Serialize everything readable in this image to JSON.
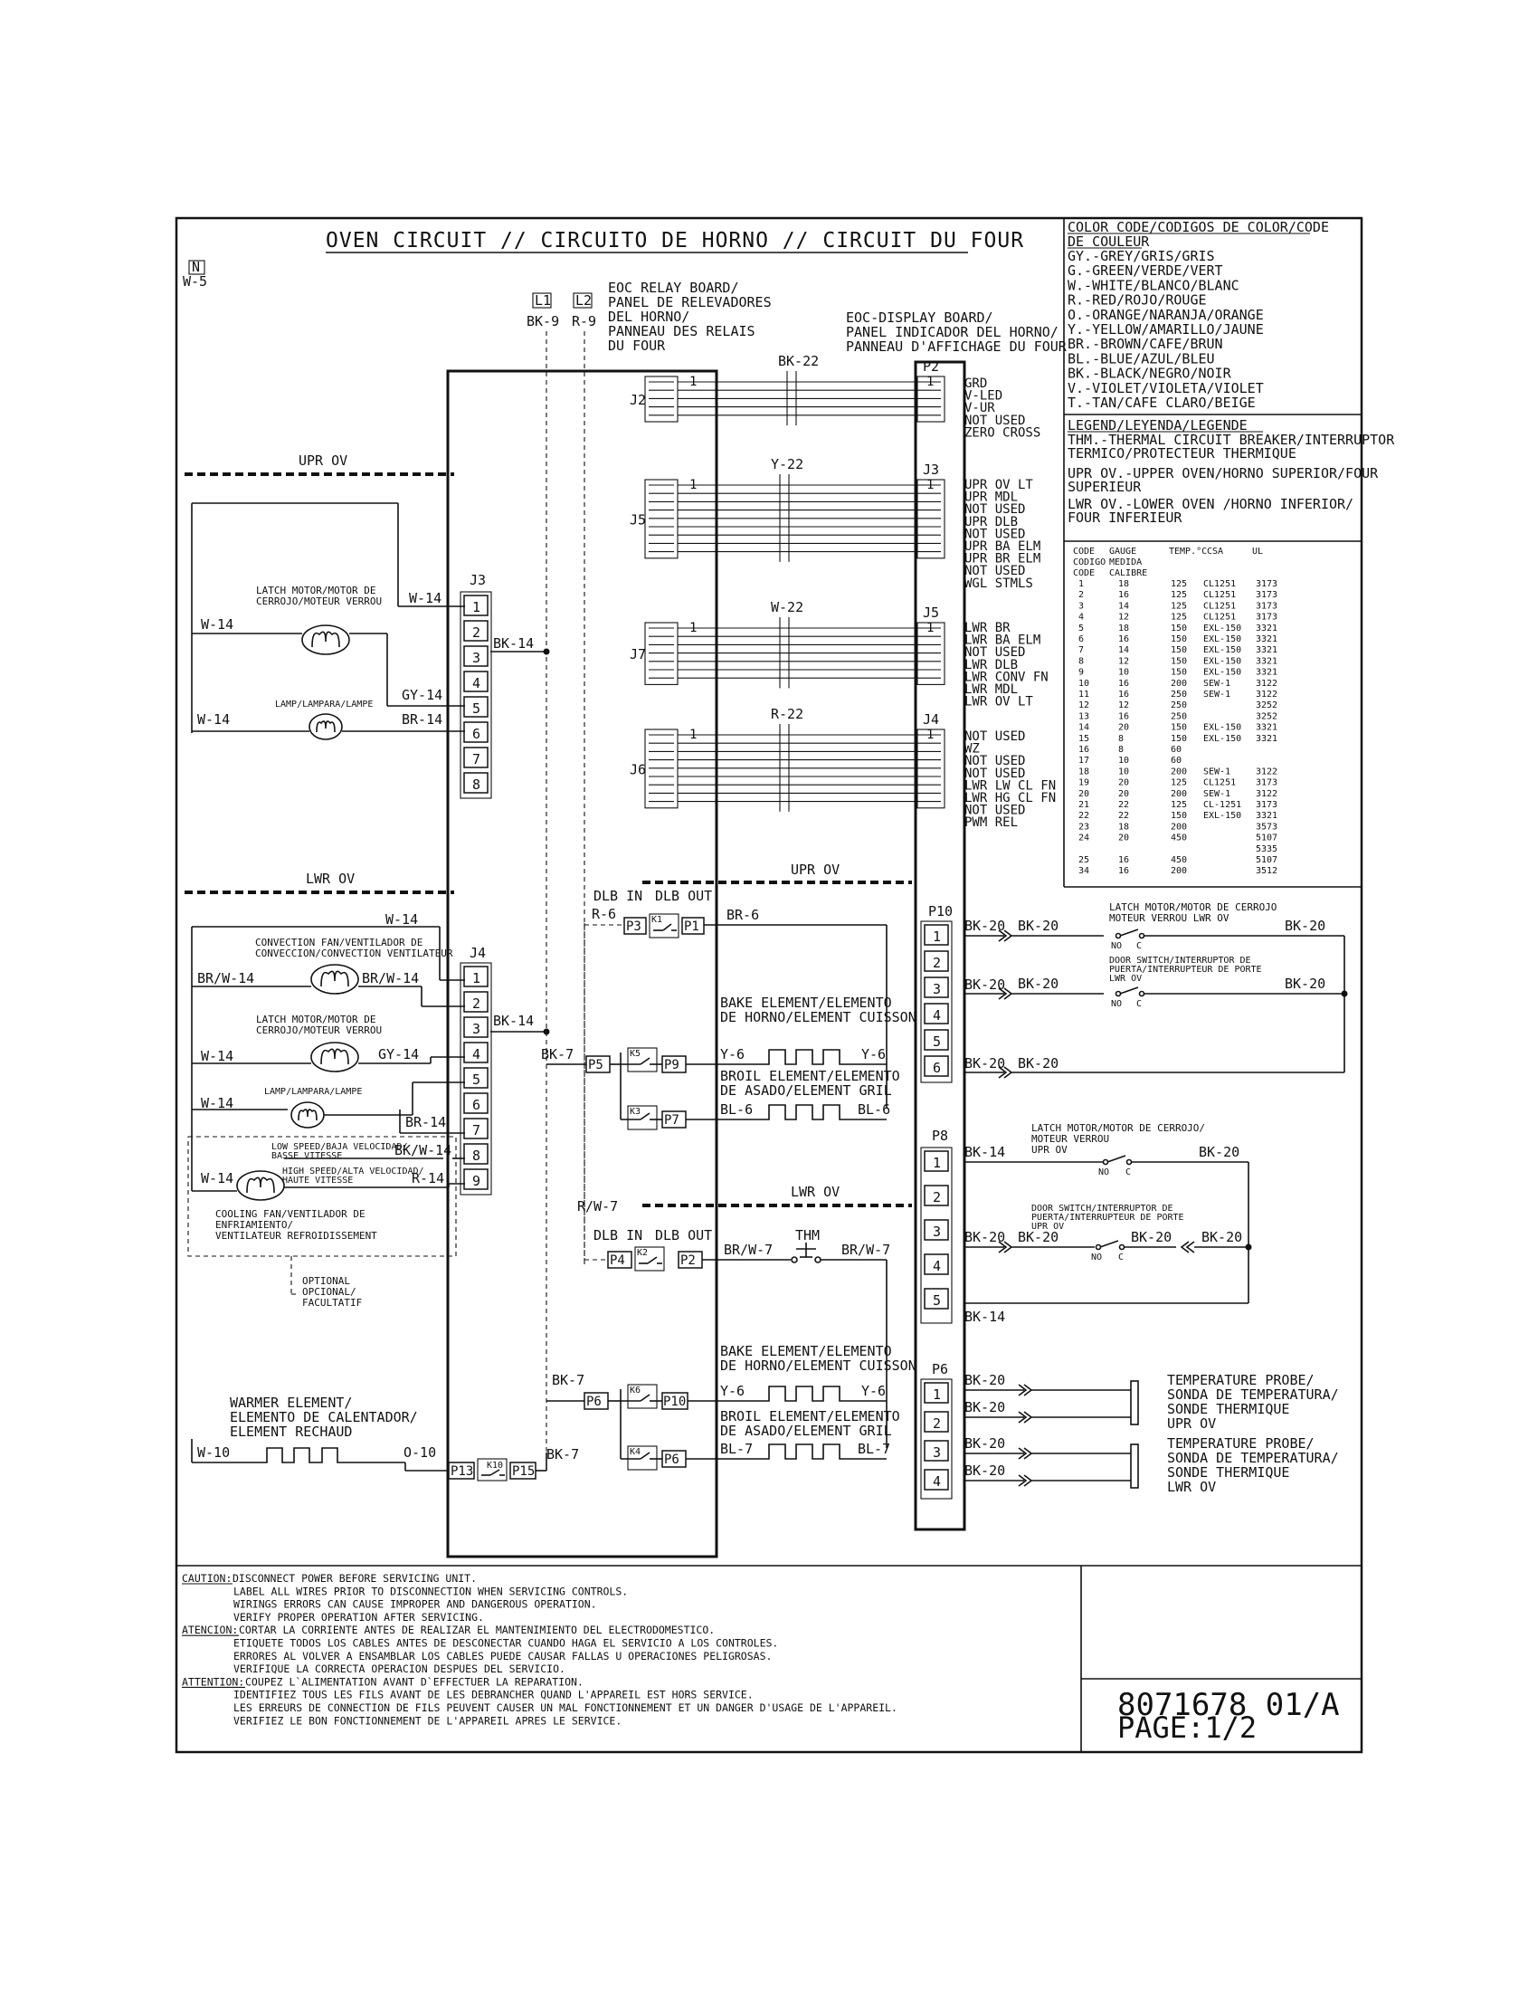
{
  "title": "OVEN CIRCUIT // CIRCUITO DE HORNO // CIRCUIT DU FOUR",
  "color_code": {
    "header_1": "COLOR CODE/CODIGOS DE COLOR/CODE",
    "header_2": "DE COULEUR",
    "items": [
      "GY.-GREY/GRIS/GRIS",
      "G.-GREEN/VERDE/VERT",
      "W.-WHITE/BLANCO/BLANC",
      "R.-RED/ROJO/ROUGE",
      "O.-ORANGE/NARANJA/ORANGE",
      "Y.-YELLOW/AMARILLO/JAUNE",
      "BR.-BROWN/CAFE/BRUN",
      "BL.-BLUE/AZUL/BLEU",
      "BK.-BLACK/NEGRO/NOIR",
      "V.-VIOLET/VIOLETA/VIOLET",
      "T.-TAN/CAFE CLARO/BEIGE"
    ]
  },
  "legend": {
    "header": "LEGEND/LEYENDA/LEGENDE",
    "items": [
      "THM.-THERMAL CIRCUIT BREAKER/INTERRUPTOR",
      "TERMICO/PROTECTEUR THERMIQUE",
      "UPR OV.-UPPER OVEN/HORNO SUPERIOR/FOUR",
      "         SUPERIEUR",
      "LWR OV.-LOWER OVEN /HORNO INFERIOR/",
      "         FOUR INFERIEUR"
    ]
  },
  "gauge_table": {
    "headers": [
      "CODE",
      "GAUGE",
      "TEMP.°C",
      "CSA",
      "UL"
    ],
    "subheaders": [
      "CODIGO",
      "MEDIDA",
      "CODE",
      "CALIBRE"
    ],
    "rows": [
      [
        "1",
        "18",
        "125",
        "CL1251",
        "3173"
      ],
      [
        "2",
        "16",
        "125",
        "CL1251",
        "3173"
      ],
      [
        "3",
        "14",
        "125",
        "CL1251",
        "3173"
      ],
      [
        "4",
        "12",
        "125",
        "CL1251",
        "3173"
      ],
      [
        "5",
        "18",
        "150",
        "EXL-150",
        "3321"
      ],
      [
        "6",
        "16",
        "150",
        "EXL-150",
        "3321"
      ],
      [
        "7",
        "14",
        "150",
        "EXL-150",
        "3321"
      ],
      [
        "8",
        "12",
        "150",
        "EXL-150",
        "3321"
      ],
      [
        "9",
        "10",
        "150",
        "EXL-150",
        "3321"
      ],
      [
        "10",
        "16",
        "200",
        "SEW-1",
        "3122"
      ],
      [
        "11",
        "16",
        "250",
        "SEW-1",
        "3122"
      ],
      [
        "12",
        "12",
        "250",
        "",
        "3252"
      ],
      [
        "13",
        "16",
        "250",
        "",
        "3252"
      ],
      [
        "14",
        "20",
        "150",
        "EXL-150",
        "3321"
      ],
      [
        "15",
        "8",
        "150",
        "EXL-150",
        "3321"
      ],
      [
        "16",
        "8",
        "60",
        "",
        ""
      ],
      [
        "17",
        "10",
        "60",
        "",
        ""
      ],
      [
        "18",
        "10",
        "200",
        "SEW-1",
        "3122"
      ],
      [
        "19",
        "20",
        "125",
        "CL1251",
        "3173"
      ],
      [
        "20",
        "20",
        "200",
        "SEW-1",
        "3122"
      ],
      [
        "21",
        "22",
        "125",
        "CL-1251",
        "3173"
      ],
      [
        "22",
        "22",
        "150",
        "EXL-150",
        "3321"
      ],
      [
        "23",
        "18",
        "200",
        "",
        "3573"
      ],
      [
        "24",
        "20",
        "450",
        "",
        "5107"
      ],
      [
        "",
        "",
        "",
        "",
        "5335"
      ],
      [
        "25",
        "16",
        "450",
        "",
        "5107"
      ],
      [
        "34",
        "16",
        "200",
        "",
        "3512"
      ]
    ]
  },
  "labels": {
    "n": "N",
    "w5": "W-5",
    "l1": "L1",
    "l2": "L2",
    "bk9": "BK-9",
    "r9": "R-9",
    "relay_board": [
      "EOC RELAY BOARD/",
      "PANEL DE RELEVADORES",
      "DEL HORNO/",
      "PANNEAU DES RELAIS",
      "DU FOUR"
    ],
    "display_board": [
      "EOC-DISPLAY BOARD/",
      "PANEL INDICADOR DEL HORNO/",
      "PANNEAU D'AFFICHAGE DU FOUR"
    ],
    "upr_ov": "UPR OV",
    "lwr_ov": "LWR OV",
    "bk22": "BK-22",
    "y22": "Y-22",
    "w22": "W-22",
    "r22": "R-22",
    "j2": "J2",
    "j5": "J5",
    "j7": "J7",
    "j6": "J6",
    "j3": "J3",
    "j4": "J4",
    "p2": "P2",
    "j3r": "J3",
    "j5r": "J5",
    "j4r": "J4",
    "p10": "P10",
    "p8": "P8",
    "p6": "P6",
    "p2_pins": [
      "GRD",
      "V-LED",
      "V-UR",
      "NOT USED",
      "ZERO CROSS"
    ],
    "j3_pins": [
      "UPR OV LT",
      "UPR MDL",
      "NOT USED",
      "UPR DLB",
      "NOT USED",
      "UPR BA ELM",
      "UPR BR ELM",
      "NOT USED",
      "WGL STMLS"
    ],
    "j5_pins": [
      "LWR BR",
      "LWR BA ELM",
      "NOT USED",
      "LWR DLB",
      "LWR CONV FN",
      "LWR MDL",
      "LWR OV LT"
    ],
    "j4_pins": [
      "NOT USED",
      "WZ",
      "NOT USED",
      "NOT USED",
      "LWR LW CL FN",
      "LWR HG CL FN",
      "NOT USED",
      "PWM REL"
    ],
    "upr_latch_motor": [
      "LATCH MOTOR/MOTOR DE",
      "CERROJO/MOTEUR VERROU"
    ],
    "lamp": "LAMP/LAMPARA/LAMPE",
    "conv_fan": [
      "CONVECTION FAN/VENTILADOR DE",
      "CONVECCION/CONVECTION VENTILATEUR"
    ],
    "lwr_latch_motor": [
      "LATCH MOTOR/MOTOR DE",
      "CERROJO/MOTEUR VERROU"
    ],
    "lwr_lamp": "LAMP/LAMPARA/LAMPE",
    "low_speed": [
      "LOW SPEED/BAJA VELOCIDAD/",
      "BASSE VITESSE"
    ],
    "high_speed": [
      "HIGH SPEED/ALTA VELOCIDAD/",
      "HAUTE VITESSE"
    ],
    "cooling_fan": [
      "COOLING FAN/VENTILADOR DE",
      "ENFRIAMIENTO/",
      "VENTILATEUR REFROIDISSEMENT"
    ],
    "optional": [
      "OPTIONAL",
      "OPCIONAL/",
      "FACULTATIF"
    ],
    "warmer": [
      "WARMER ELEMENT/",
      "ELEMENTO DE CALENTADOR/",
      "ELEMENT RECHAUD"
    ],
    "w14": "W-14",
    "gy14": "GY-14",
    "br14": "BR-14",
    "bk14": "BK-14",
    "brw14": "BR/W-14",
    "bkw14": "BK/W-14",
    "r14": "R-14",
    "w10": "W-10",
    "o10": "O-10",
    "bk7": "BK-7",
    "dlb_in": "DLB IN",
    "dlb_out": "DLB OUT",
    "r6": "R-6",
    "br6": "BR-6",
    "rw7": "R/W-7",
    "brw7": "BR/W-7",
    "thm": "THM",
    "bake_element": [
      "BAKE ELEMENT/ELEMENTO",
      "DE HORNO/ELEMENT CUISSON"
    ],
    "broil_element": [
      "BROIL ELEMENT/ELEMENTO",
      "DE ASADO/ELEMENT GRIL"
    ],
    "y6": "Y-6",
    "bl6": "BL-6",
    "bl7": "BL-7",
    "p3": "P3",
    "p1": "P1",
    "p5": "P5",
    "p9": "P9",
    "p7": "P7",
    "p4": "P4",
    "p2b": "P2",
    "p6b": "P6",
    "p10b": "P10",
    "p6c": "P6",
    "p13": "P13",
    "p15": "P15",
    "k1": "K1",
    "k2": "K2",
    "k3": "K3",
    "k5": "K5",
    "k6": "K6",
    "k4": "K4",
    "k10": "K10",
    "bk20": "BK-20",
    "latch_lwr_ov": [
      "LATCH MOTOR/MOTOR DE CERROJO",
      "MOTEUR VERROU LWR OV"
    ],
    "door_sw_lwr": [
      "DOOR SWITCH/INTERRUPTOR DE",
      "PUERTA/INTERRUPTEUR DE PORTE",
      "LWR OV"
    ],
    "latch_upr_ov": [
      "LATCH MOTOR/MOTOR DE CERROJO/",
      "MOTEUR VERROU",
      "UPR OV"
    ],
    "door_sw_upr": [
      "DOOR SWITCH/INTERRUPTOR DE",
      "PUERTA/INTERRUPTEUR DE PORTE",
      "UPR OV"
    ],
    "no": "NO",
    "c": "C",
    "probe_upr": [
      "TEMPERATURE PROBE/",
      "SONDA DE TEMPERATURA/",
      "SONDE THERMIQUE",
      "UPR OV"
    ],
    "probe_lwr": [
      "TEMPERATURE PROBE/",
      "SONDA DE TEMPERATURA/",
      "SONDE THERMIQUE",
      "LWR OV"
    ]
  },
  "caution": [
    [
      "CAUTION:",
      "DISCONNECT POWER BEFORE SERVICING UNIT."
    ],
    [
      "",
      "LABEL ALL WIRES PRIOR TO DISCONNECTION WHEN SERVICING CONTROLS."
    ],
    [
      "",
      "WIRINGS ERRORS CAN CAUSE IMPROPER AND DANGEROUS OPERATION."
    ],
    [
      "",
      "VERIFY PROPER OPERATION AFTER SERVICING."
    ],
    [
      "ATENCION:",
      "CORTAR LA CORRIENTE ANTES DE REALIZAR EL MANTENIMIENTO DEL ELECTRODOMESTICO."
    ],
    [
      "",
      "ETIQUETE TODOS LOS CABLES ANTES DE DESCONECTAR CUANDO HAGA EL SERVICIO A LOS CONTROLES."
    ],
    [
      "",
      "ERRORES AL VOLVER A ENSAMBLAR LOS CABLES PUEDE CAUSAR FALLAS U OPERACIONES PELIGROSAS."
    ],
    [
      "",
      "VERIFIQUE LA CORRECTA OPERACION DESPUES DEL SERVICIO."
    ],
    [
      "ATTENTION:",
      "COUPEZ L`ALIMENTATION AVANT D`EFFECTUER LA REPARATION."
    ],
    [
      "",
      "IDENTIFIEZ TOUS LES FILS AVANT DE LES DEBRANCHER QUAND L'APPAREIL EST HORS SERVICE."
    ],
    [
      "",
      "LES ERREURS DE CONNECTION DE FILS PEUVENT CAUSER UN MAL FONCTIONNEMENT ET UN DANGER D'USAGE DE L'APPAREIL."
    ],
    [
      "",
      "VERIFIEZ LE BON FONCTIONNEMENT DE L'APPAREIL APRES LE SERVICE."
    ]
  ],
  "part_number": "8071678 01/A",
  "page": "PAGE:1/2"
}
